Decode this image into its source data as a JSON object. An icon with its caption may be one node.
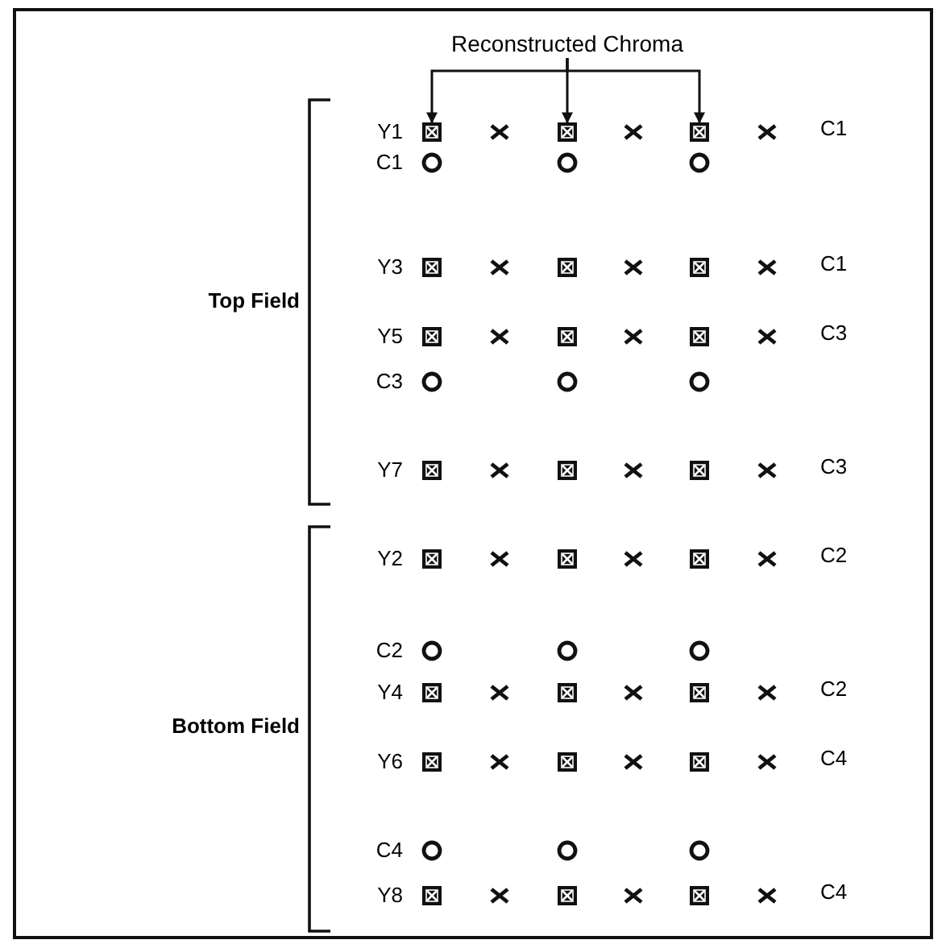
{
  "diagram": {
    "nodes": [
      {
        "text": [
          "Reconstructed Chroma"
        ]
      },
      {
        "text": [],
        "shape": "box"
      },
      {
        "text": [],
        "shape": "box"
      },
      {
        "text": [],
        "shape": "box"
      }
    ],
    "edges": [
      {
        "from": 0,
        "to": 1,
        "arrow": "to"
      },
      {
        "from": 0,
        "to": 2,
        "arrow": "to"
      },
      {
        "from": 0,
        "to": 3,
        "arrow": "to"
      }
    ],
    "labels": [
      "Y1",
      "C1",
      "C1",
      "Y3",
      "C1",
      "Top Field",
      "Y5",
      "C3",
      "C3",
      "Y7",
      "C3",
      "Y2",
      "C2",
      "C2",
      "Y4",
      "C2",
      "Bottom Field",
      "Y6",
      "C4",
      "C4",
      "Y8",
      "C4"
    ]
  }
}
